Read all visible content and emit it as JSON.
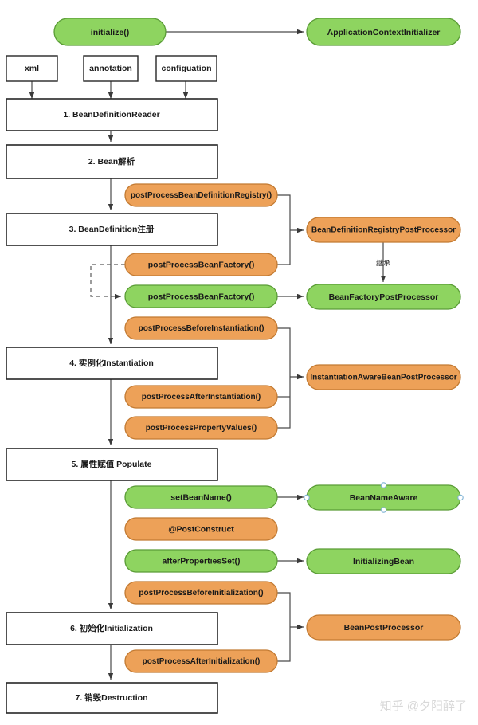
{
  "diagram": {
    "title": "Spring Bean Lifecycle Flowchart",
    "watermark": "知乎 @夕阳醉了",
    "colors": {
      "green_fill": "#8ed460",
      "green_stroke": "#5a9c36",
      "orange_fill": "#eda158",
      "orange_stroke": "#c27a32",
      "box_fill": "#ffffff",
      "box_stroke": "#262626",
      "line": "#4a4a4a",
      "watermark": "#d8d8d8",
      "selection_handle": "#7fb3d5"
    },
    "nodes": {
      "initialize": "initialize()",
      "application_context_initializer": "ApplicationContextInitializer",
      "source_xml": "xml",
      "source_annotation": "annotation",
      "source_configuation": "configuation",
      "step1": "1. BeanDefinitionReader",
      "step2": "2. Bean解析",
      "step3": "3. BeanDefinition注册",
      "step4": "4. 实例化Instantiation",
      "step5": "5. 属性赋值 Populate",
      "step6": "6. 初始化Initialization",
      "step7": "7. 销毁Destruction",
      "post_process_bean_definition_registry": "postProcessBeanDefinitionRegistry()",
      "post_process_bean_factory_orange": "postProcessBeanFactory()",
      "post_process_bean_factory_green": "postProcessBeanFactory()",
      "post_process_before_instantiation": "postProcessBeforeInstantiation()",
      "post_process_after_instantiation": "postProcessAfterInstantiation()",
      "post_process_property_values": "postProcessPropertyValues()",
      "set_bean_name": "setBeanName()",
      "post_construct": "@PostConstruct",
      "after_properties_set": "afterPropertiesSet()",
      "post_process_before_initialization": "postProcessBeforeInitialization()",
      "post_process_after_initialization": "postProcessAfterInitialization()",
      "bean_definition_registry_post_processor": "BeanDefinitionRegistryPostProcessor",
      "bean_factory_post_processor": "BeanFactoryPostProcessor",
      "instantiation_aware_bean_post_processor": "InstantiationAwareBeanPostProcessor",
      "bean_name_aware": "BeanNameAware",
      "initializing_bean": "InitializingBean",
      "bean_post_processor": "BeanPostProcessor"
    },
    "edge_labels": {
      "inherit": "继承"
    }
  }
}
